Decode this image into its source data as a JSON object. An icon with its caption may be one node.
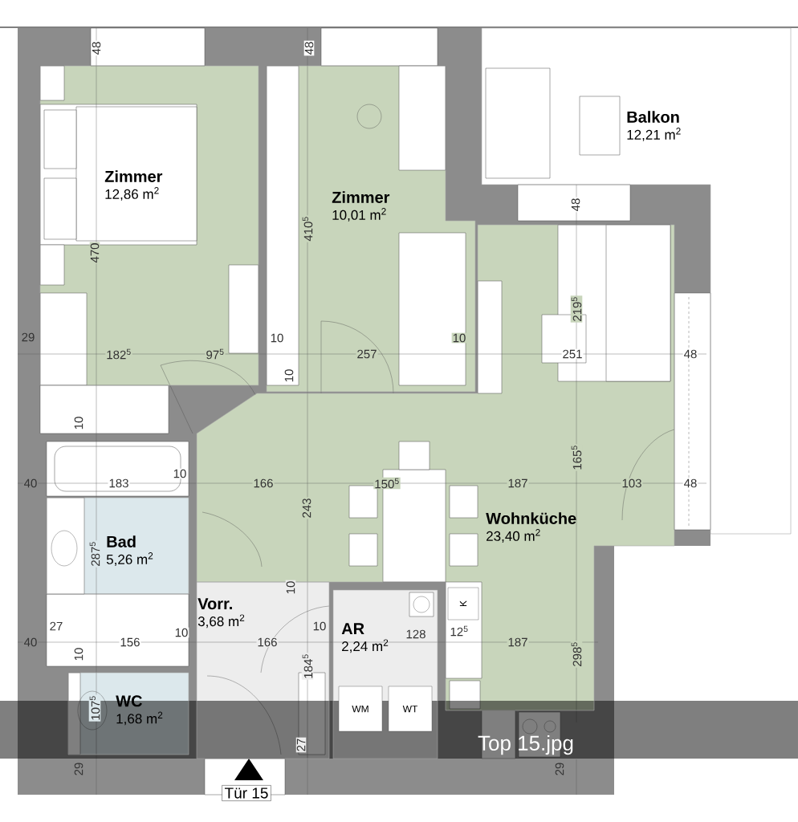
{
  "diagram": {
    "nodes": [
      {
        "text": [
          "Zimmer",
          "12,86 m$^{2}$"
        ]
      },
      {
        "text": [
          "Zimmer",
          "10,01 m$^{2}$"
        ]
      },
      {
        "text": [
          "Balkon",
          "12,21 m$^{2}$"
        ]
      },
      {
        "text": [
          "Wohnküche",
          "23,40 m$^{2}$"
        ]
      },
      {
        "text": [
          "Bad",
          "5,26 m$^{2}$"
        ]
      },
      {
        "text": [
          "Vorr.",
          "3,68 m$^{2}$"
        ]
      },
      {
        "text": [
          "AR",
          "2,24 m$^{2}$"
        ]
      },
      {
        "text": [
          "WC",
          "1,68 m$^{2}$"
        ]
      },
      {
        "text": [
          "Tür 15"
        ]
      },
      {
        "text": [
          "WM"
        ],
        "in": 6
      },
      {
        "text": [
          "WT"
        ],
        "in": 6
      },
      {
        "text": [
          "K"
        ],
        "in": 3
      }
    ],
    "labels": [
      "48",
      "48",
      "470",
      "410$^{5}$",
      "48",
      "29",
      "182$^{5}$",
      "97$^{5}$",
      "10",
      "257",
      "10",
      "219$^{5}$",
      "251",
      "48",
      "10",
      "10",
      "40",
      "183",
      "10",
      "166",
      "150$^{5}$",
      "187",
      "165$^{5}$",
      "103",
      "48",
      "243",
      "287$^{5}$",
      "10",
      "27",
      "10",
      "10",
      "12$^{5}$",
      "40",
      "156",
      "166",
      "128",
      "187",
      "298$^{5}$",
      "10",
      "184$^{5}$",
      "107$^{5}$",
      "27",
      "29",
      "29",
      "Top 15.jpg"
    ]
  }
}
